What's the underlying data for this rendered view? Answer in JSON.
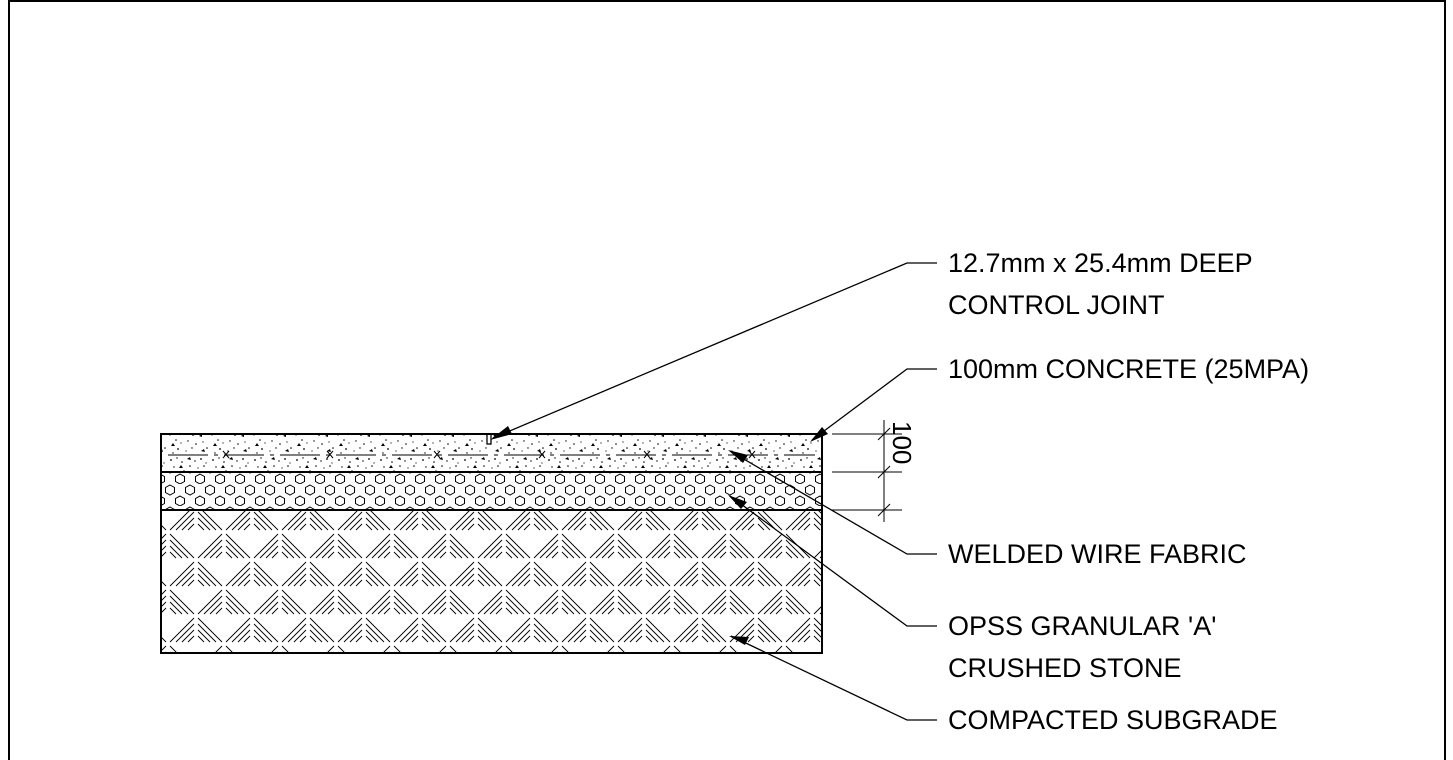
{
  "labels": {
    "control_joint": [
      "12.7mm x 25.4mm DEEP",
      "CONTROL JOINT"
    ],
    "concrete": [
      "100mm CONCRETE (25MPA)"
    ],
    "wire_fabric": [
      "WELDED WIRE FABRIC"
    ],
    "granular": [
      "OPSS GRANULAR 'A'",
      "CRUSHED STONE"
    ],
    "subgrade": [
      "COMPACTED SUBGRADE"
    ]
  },
  "dimension": {
    "value": "100"
  },
  "layers": [
    "concrete",
    "granular",
    "subgrade"
  ]
}
